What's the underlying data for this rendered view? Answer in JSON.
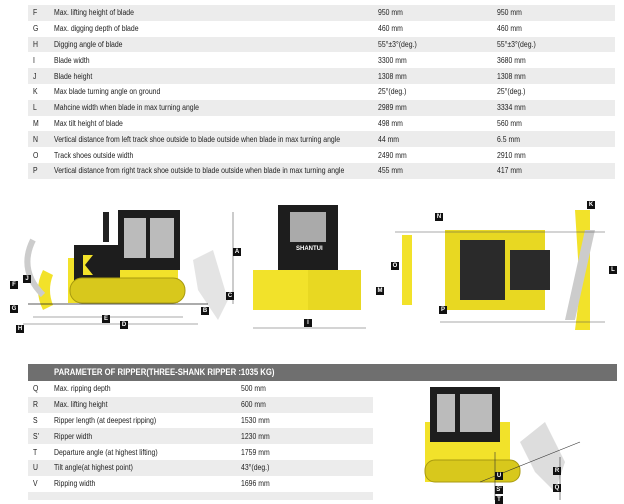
{
  "blade_table": {
    "rows": [
      {
        "letter": "F",
        "desc": "Max. lifting height of blade",
        "v1": "950 mm",
        "v2": "950 mm"
      },
      {
        "letter": "G",
        "desc": "Max. digging depth of blade",
        "v1": "460 mm",
        "v2": "460 mm"
      },
      {
        "letter": "H",
        "desc": "Digging angle of blade",
        "v1": "55°±3°(deg.)",
        "v2": "55°±3°(deg.)"
      },
      {
        "letter": "I",
        "desc": "Blade width",
        "v1": "3300 mm",
        "v2": "3680 mm"
      },
      {
        "letter": "J",
        "desc": "Blade height",
        "v1": "1308 mm",
        "v2": "1308 mm"
      },
      {
        "letter": "K",
        "desc": "Max blade turning angle on ground",
        "v1": "25°(deg.)",
        "v2": "25°(deg.)"
      },
      {
        "letter": "L",
        "desc": "Mahcine width when blade in max turning angle",
        "v1": "2989 mm",
        "v2": "3334 mm"
      },
      {
        "letter": "M",
        "desc": "Max tilt height of blade",
        "v1": "498 mm",
        "v2": "560 mm"
      },
      {
        "letter": "N",
        "desc": "Vertical distance from left track shoe outside to blade outside when blade in max turning angle",
        "v1": "44 mm",
        "v2": "6.5 mm"
      },
      {
        "letter": "O",
        "desc": "Track shoes outside width",
        "v1": "2490 mm",
        "v2": "2910 mm"
      },
      {
        "letter": "P",
        "desc": "Vertical distance from right track shoe outside to blade outside when blade in max turning angle",
        "v1": "455 mm",
        "v2": "417 mm"
      }
    ]
  },
  "diagram_labels": {
    "side": [
      "A",
      "B",
      "C",
      "D",
      "E",
      "F",
      "G",
      "H",
      "J"
    ],
    "front": [
      "I",
      "M"
    ],
    "top": [
      "K",
      "L",
      "N",
      "O",
      "P"
    ],
    "ripper": [
      "R",
      "Q",
      "U",
      "S'",
      "T"
    ],
    "brand": "SHANTUI"
  },
  "ripper": {
    "title": "PARAMETER OF RIPPER(THREE-SHANK RIPPER :1035 KG)",
    "rows": [
      {
        "letter": "Q",
        "desc": "Max. ripping depth",
        "v1": "500 mm"
      },
      {
        "letter": "R",
        "desc": "Max. lifting height",
        "v1": "600 mm"
      },
      {
        "letter": "S",
        "desc": "Ripper length (at deepest ripping)",
        "v1": "1530 mm"
      },
      {
        "letter": "S'",
        "desc": "Ripper width",
        "v1": "1230 mm"
      },
      {
        "letter": "T",
        "desc": "Departure angle (at highest lifting)",
        "v1": "1759 mm"
      },
      {
        "letter": "U",
        "desc": "Tilt angle(at highest point)",
        "v1": "43°(deg.)"
      },
      {
        "letter": "V",
        "desc": "Ripping width",
        "v1": "1696 mm"
      }
    ]
  },
  "colors": {
    "machine_yellow": "#f2e22a",
    "header_gray": "#6f6f6f",
    "stripe": "#ececec"
  }
}
